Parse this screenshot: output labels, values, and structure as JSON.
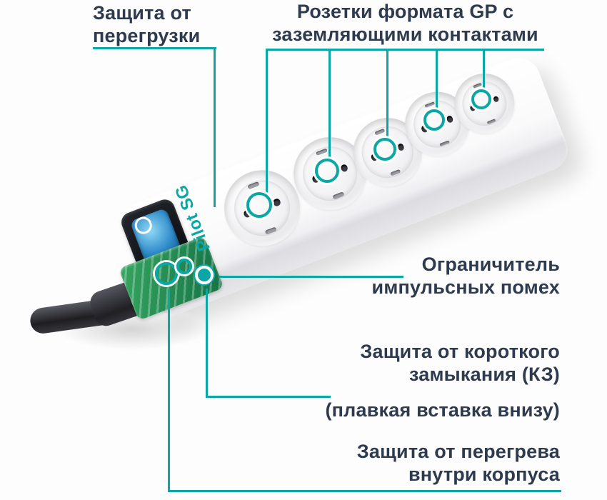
{
  "colors": {
    "accent": "#0ba7a4",
    "text": "#2e3b4e"
  },
  "device": {
    "brand": "Pilot SG"
  },
  "callouts": {
    "overload": {
      "line1": "Защита от",
      "line2": "перегрузки"
    },
    "sockets": {
      "line1": "Розетки формата GP с",
      "line2": "заземляющими контактами"
    },
    "surge": {
      "line1": "Ограничитель",
      "line2": "импульсных помех"
    },
    "short_circuit": {
      "line1": "Защита от короткого",
      "line2": "замыкания (КЗ)",
      "note": "(плавкая вставка внизу)"
    },
    "overheat": {
      "line1": "Защита от перегрева",
      "line2": "внутри корпуса"
    }
  }
}
